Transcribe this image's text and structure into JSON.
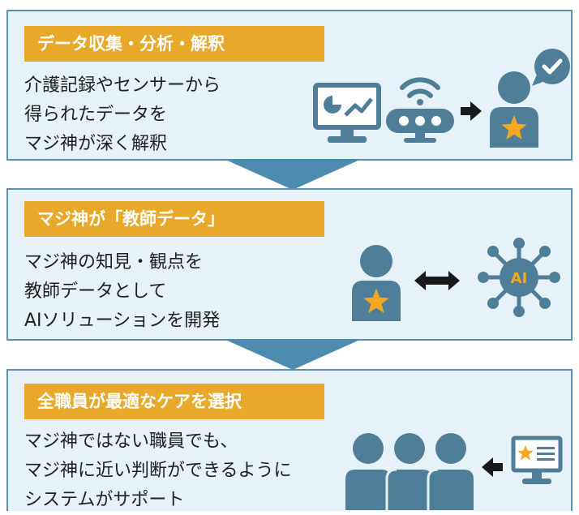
{
  "panels": [
    {
      "title": "データ収集・分析・解釈",
      "lines": [
        "介護記録やセンサーから",
        "得られたデータを",
        "マジ神が深く解釈"
      ]
    },
    {
      "title": "マジ神が「教師データ」",
      "lines": [
        "マジ神の知見・観点を",
        "教師データとして",
        "AIソリューションを開発"
      ]
    },
    {
      "title": "全職員が最適なケアを選択",
      "lines": [
        "マジ神ではない職員でも、",
        "マジ神に近い判断ができるように",
        "システムがサポート"
      ]
    }
  ],
  "ai_badge": "AI",
  "icons": {
    "panel1": [
      "monitor-chart-icon",
      "sensor-device-icon",
      "arrow-right-icon",
      "expert-star-person-icon",
      "check-bubble-icon"
    ],
    "panel2": [
      "expert-star-person-icon",
      "double-arrow-icon",
      "ai-network-icon"
    ],
    "panel3": [
      "staff-group-icon",
      "arrow-left-icon",
      "star-monitor-icon"
    ]
  },
  "colors": {
    "header_bg": "#e8a92b",
    "panel_bg": "#e6f1f8",
    "border": "#5e8ea8",
    "icon": "#4f7f98",
    "star": "#f2a91f"
  }
}
